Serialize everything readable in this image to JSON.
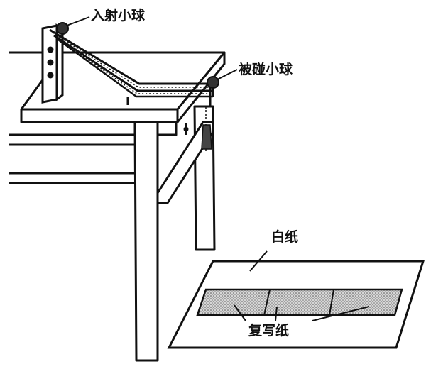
{
  "labels": {
    "incident_ball": "入射小球",
    "target_ball": "被碰小球",
    "white_paper": "白纸",
    "carbon_paper": "复写纸"
  },
  "colors": {
    "ink": "#111111",
    "paper": "#ffffff",
    "carbon": "#bdbdbd"
  }
}
